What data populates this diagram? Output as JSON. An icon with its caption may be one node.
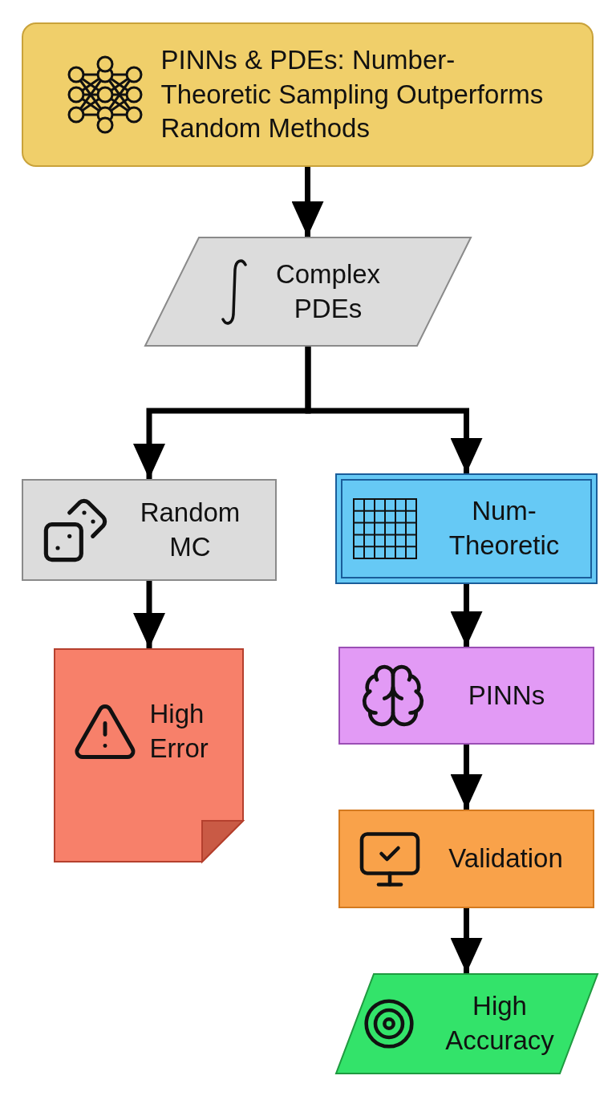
{
  "diagram": {
    "nodes": [
      {
        "text": [
          "PINNs & PDEs: Number-Theoretic Sampling Outperforms Random Methods"
        ]
      },
      {
        "text": [
          "Complex PDEs"
        ]
      },
      {
        "text": [
          "Random MC"
        ]
      },
      {
        "text": [
          "Num-Theoretic"
        ]
      },
      {
        "text": [
          "High Error"
        ]
      },
      {
        "text": [
          "PINNs"
        ]
      },
      {
        "text": [
          "Validation"
        ]
      },
      {
        "text": [
          "High Accuracy"
        ]
      }
    ],
    "edges": [
      {
        "from": 0,
        "to": 1,
        "arrow": "to"
      },
      {
        "from": 1,
        "to": 2,
        "arrow": "to"
      },
      {
        "from": 1,
        "to": 3,
        "arrow": "to"
      },
      {
        "from": 2,
        "to": 4,
        "arrow": "to"
      },
      {
        "from": 3,
        "to": 5,
        "arrow": "to"
      },
      {
        "from": 5,
        "to": 6,
        "arrow": "to"
      },
      {
        "from": 6,
        "to": 7,
        "arrow": "to"
      }
    ]
  }
}
